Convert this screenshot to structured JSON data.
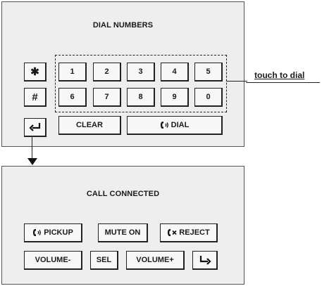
{
  "dial_panel": {
    "title": "DIAL NUMBERS",
    "star_key": "✱",
    "hash_key": "#",
    "digit_row_1": [
      "1",
      "2",
      "3",
      "4",
      "5"
    ],
    "digit_row_2": [
      "6",
      "7",
      "8",
      "9",
      "0"
    ],
    "clear_label": "CLEAR",
    "dial_label": "DIAL",
    "enter_icon": "return-arrow-icon",
    "callout": "touch to dial"
  },
  "call_panel": {
    "title": "CALL CONNECTED",
    "pickup_label": "PICKUP",
    "mute_label": "MUTE ON",
    "reject_label": "REJECT",
    "volume_down_label": "VOLUME-",
    "sel_label": "SEL",
    "volume_up_label": "VOLUME+",
    "next_icon": "forward-arrow-icon"
  }
}
